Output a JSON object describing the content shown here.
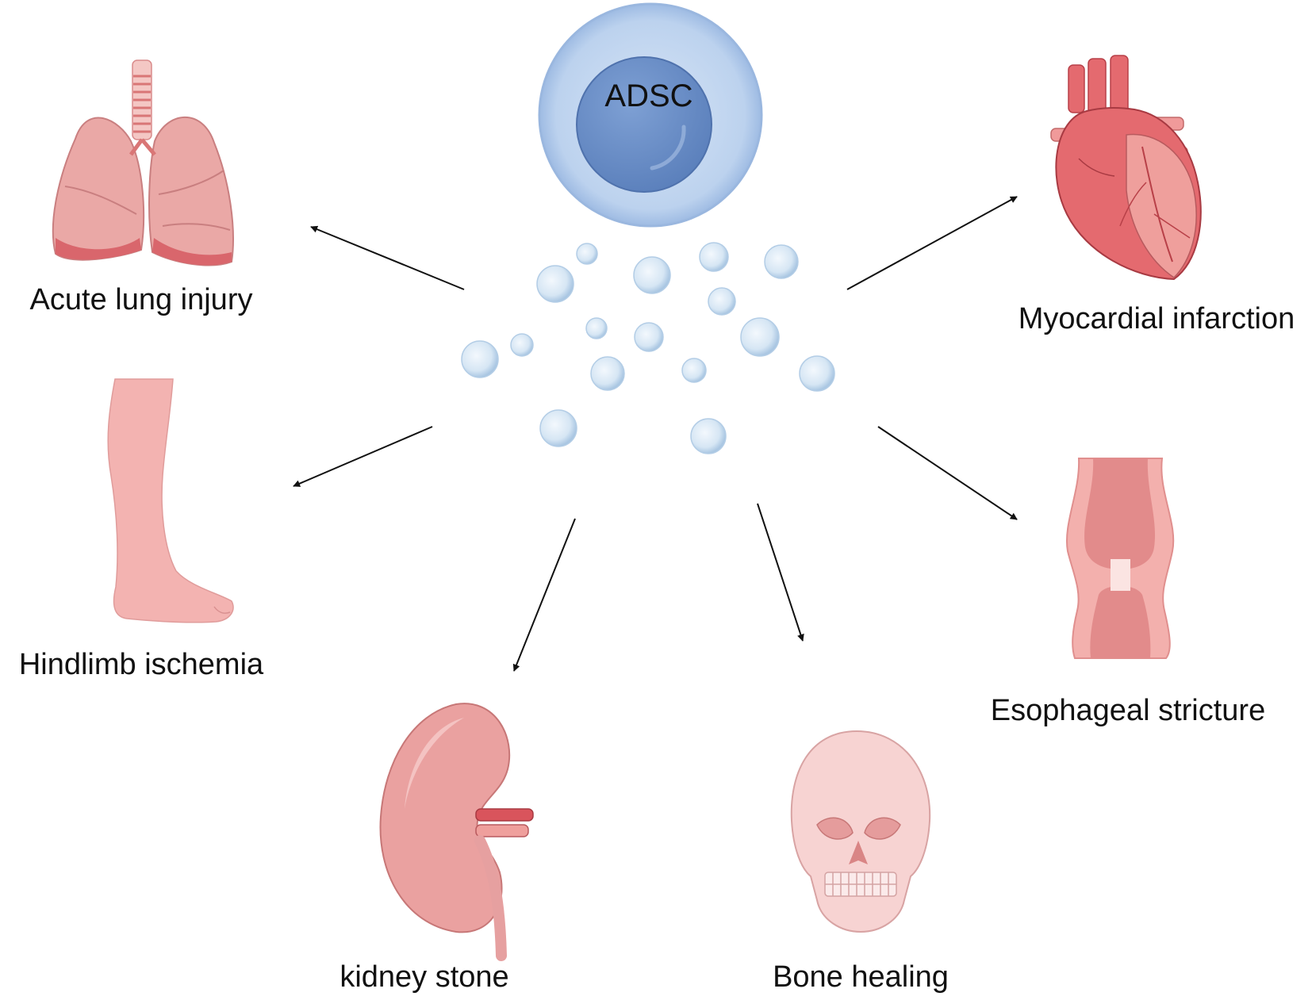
{
  "center_cell": {
    "label": "ADSC"
  },
  "targets": {
    "lung": "Acute lung injury",
    "heart": "Myocardial infarction",
    "limb": "Hindlimb ischemia",
    "esophagus": "Esophageal stricture",
    "kidney": "kidney stone",
    "bone": "Bone healing"
  },
  "icons": {
    "lung": "lungs-icon",
    "heart": "heart-icon",
    "limb": "leg-icon",
    "esophagus": "esophagus-icon",
    "kidney": "kidney-icon",
    "bone": "skull-icon",
    "cell": "stem-cell-icon",
    "vesicle": "extracellular-vesicle-icon"
  },
  "colors": {
    "cell_outer": "#bcd2ee",
    "cell_nucleus": "#6c8ec6",
    "vesicle": "#dbe9f5",
    "organ_pink": "#e8a0a0",
    "organ_red": "#d9545c",
    "arrow": "#111111"
  }
}
